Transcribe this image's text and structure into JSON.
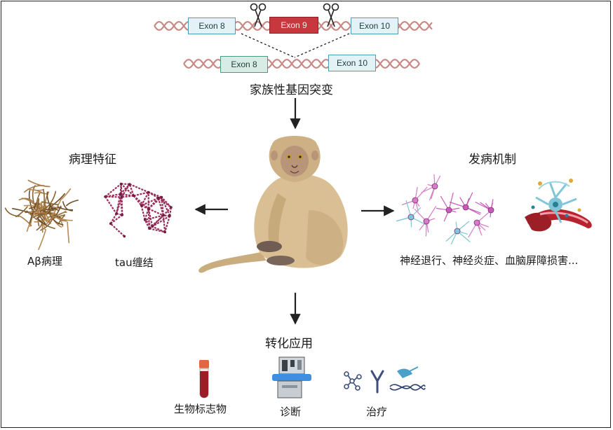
{
  "gene_edit": {
    "top_row": {
      "exon_left": "Exon 8",
      "exon_mid": "Exon 9",
      "exon_right": "Exon 10"
    },
    "bottom_row": {
      "exon_left": "Exon 8",
      "exon_right": "Exon 10"
    },
    "label": "家族性基因突变"
  },
  "pathology": {
    "title": "病理特征",
    "items": [
      {
        "label": "Aβ病理"
      },
      {
        "label": "tau缠结"
      }
    ]
  },
  "mechanism": {
    "title": "发病机制",
    "caption": "神经退行、神经炎症、血脑屏障损害..."
  },
  "application": {
    "title": "转化应用",
    "items": [
      {
        "label": "生物标志物"
      },
      {
        "label": "诊断"
      },
      {
        "label": "治疗"
      }
    ]
  },
  "colors": {
    "dna": "#c98a86",
    "exon9": "#c7383e",
    "arrow": "#222222",
    "monkey": "#d9bf93",
    "amyloid": "#9a7040",
    "tau": "#9b2e5a"
  }
}
